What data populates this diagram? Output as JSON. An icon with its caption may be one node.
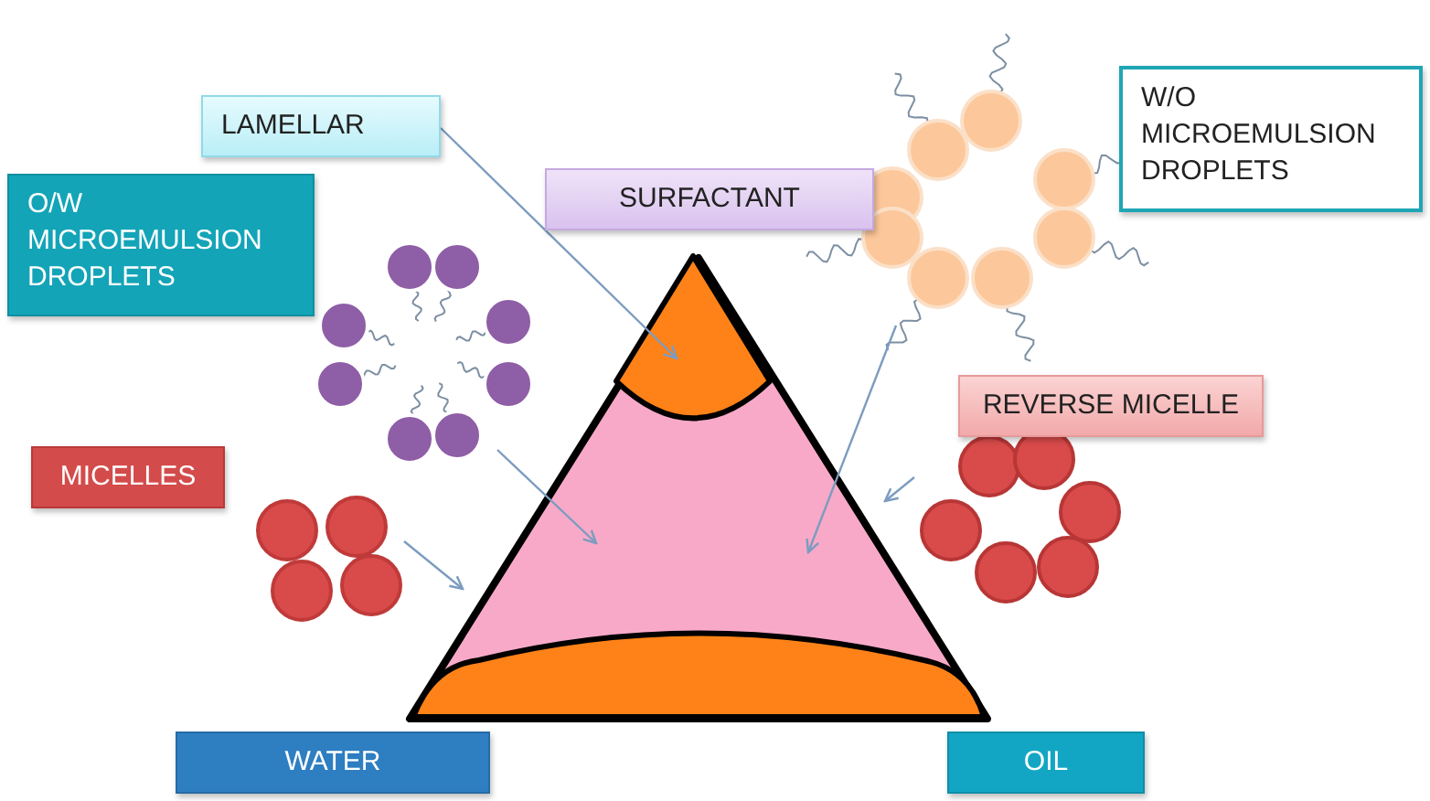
{
  "diagram": {
    "nodes": [
      {
        "text": [
          "LAMELLAR"
        ]
      },
      {
        "text": [
          "SURFACTANT"
        ]
      },
      {
        "text": [
          "W/O MICROEMULSION DROPLETS"
        ]
      },
      {
        "text": [
          "O/W MICROEMULSION DROPLETS"
        ]
      },
      {
        "text": [
          "MICELLES"
        ]
      },
      {
        "text": [
          "REVERSE MICELLE"
        ]
      },
      {
        "text": [
          "WATER"
        ]
      },
      {
        "text": [
          "OIL"
        ]
      },
      {
        "text": [],
        "shape": "picture"
      },
      {
        "text": [],
        "shape": "picture"
      },
      {
        "text": [],
        "shape": "picture"
      },
      {
        "text": [],
        "shape": "picture"
      },
      {
        "text": [],
        "shape": "triangle"
      },
      {
        "text": [],
        "shape": "cone",
        "in": 12
      },
      {
        "text": [],
        "shape": "dome",
        "in": 12
      }
    ],
    "edges": [
      {
        "from": 0,
        "to": 13,
        "arrow": "to"
      },
      {
        "from": 8,
        "to": 12,
        "arrow": "to"
      },
      {
        "from": 10,
        "to": 12,
        "arrow": "to"
      },
      {
        "from": 9,
        "to": 12,
        "arrow": "to"
      },
      {
        "from": 11,
        "to": 12,
        "arrow": "to"
      }
    ]
  }
}
